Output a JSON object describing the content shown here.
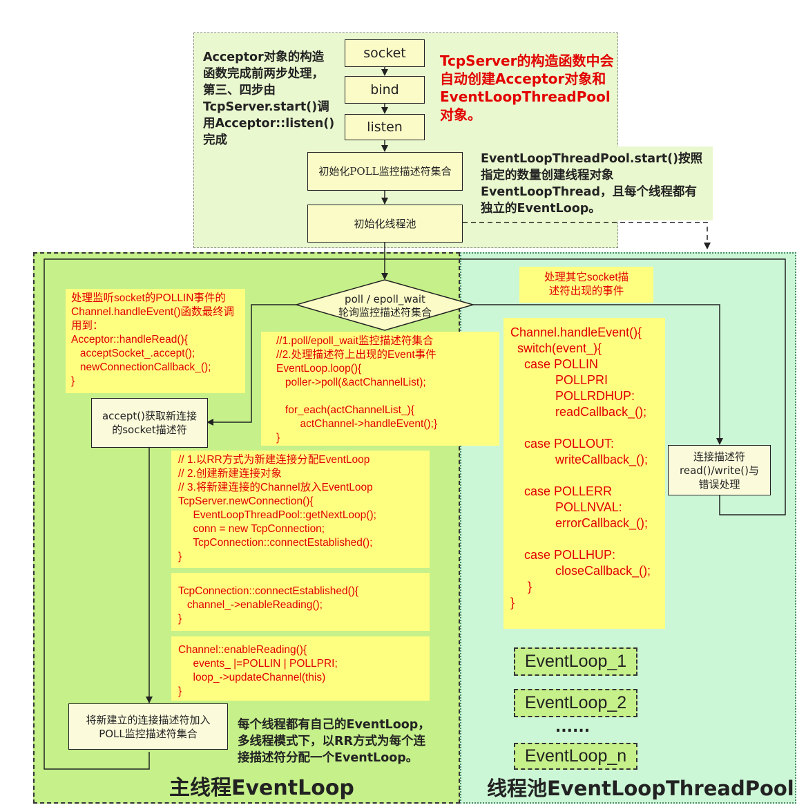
{
  "flow": {
    "socket": "socket",
    "bind": "bind",
    "listen": "listen",
    "init_poll": "初始化POLL监控描述符集合",
    "init_pool": "初始化线程池",
    "poll_line1": "poll / epoll_wait",
    "poll_line2": "轮询监控描述符集合",
    "accept": "accept()获取新连接\n的socket描述符",
    "add_to_poll": "将新建立的连接描述符加入\nPOLL监控描述符集合",
    "conn_handle": "连接描述符\nread()/write()与\n错误处理"
  },
  "notes": {
    "acceptor_steps": "Acceptor对象的构造\n函数完成前两步处理，\n第三、四步由\nTcpServer.start()调\n用Acceptor::listen()\n完成",
    "tcpserver_ctor": "TcpServer的构造函数中会\n自动创建Acceptor对象和\nEventLoopThreadPool\n对象。",
    "pool_start": "EventLoopThreadPool.start()按照\n指定的数量创建线程对象\nEventLoopThread，且每个线程都有\n独立的EventLoop。",
    "pollin_handle": "处理监听socket的POLLIN事件的\nChannel.handleEvent()函数最终调\n用到：\nAcceptor::handleRead(){\n   acceptSocket_.accept();\n   newConnectionCallback_();\n}",
    "loop_code": "//1.poll/epoll_wait监控描述符集合\n//2.处理描述符上出现的Event事件\nEventLoop.loop(){\n   poller->poll(&actChannelList);\n\n   for_each(actChannelList_){\n        actChannel->handleEvent();}\n}",
    "new_connection": "// 1.以RR方式为新建连接分配EventLoop\n// 2.创建新建连接对象\n// 3.将新建连接的Channel放入EventLoop\nTcpServer.newConnection(){\n     EventLoopThreadPool::getNextLoop();\n     conn = new TcpConnection;\n     TcpConnection::connectEstablished();\n}",
    "connect_established": "TcpConnection::connectEstablished(){\n   channel_->enableReading();\n}",
    "enable_reading": "Channel::enableReading(){\n     events_ |=POLLIN | POLLPRI;\n     loop_->updateChannel(this)\n}",
    "other_socket": "处理其它socket描\n述符出现的事件",
    "handle_event": "Channel.handleEvent(){\n  switch(event_){\n    case POLLIN\n             POLLPRI\n             POLLRDHUP:\n             readCallback_();\n\n    case POLLOUT:\n             writeCallback_();\n\n    case POLLERR\n             POLLNVAL:\n             errorCallback_();\n\n    case POLLHUP:\n             closeCallback_();\n     }\n}",
    "rr_note": "每个线程都有自己的EventLoop，\n多线程模式下，以RR方式为每个连\n接描述符分配一个EventLoop。"
  },
  "loops": {
    "loop1": "EventLoop_1",
    "loop2": "EventLoop_2",
    "ellipsis": "......",
    "loopn": "EventLoop_n"
  },
  "titles": {
    "main": "主线程EventLoop",
    "pool": "线程池EventLoopThreadPool"
  }
}
